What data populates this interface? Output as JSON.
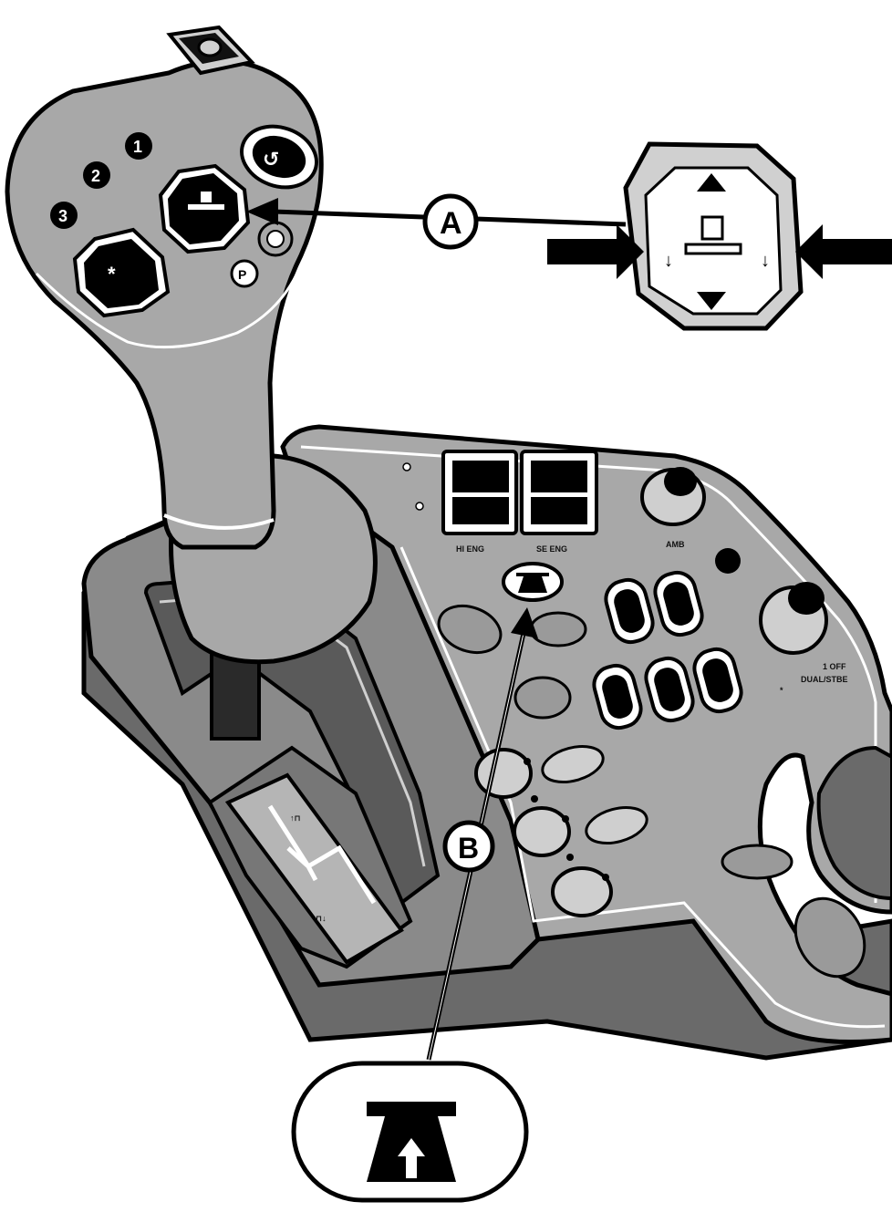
{
  "callouts": {
    "a": "A",
    "b": "B"
  },
  "joystick": {
    "buttons": [
      "1",
      "2",
      "3"
    ]
  },
  "switches": {
    "left_label": "HI ENG",
    "right_label": "SE ENG",
    "dial_label": "AMB",
    "knob_label_off": "1 OFF",
    "knob_label_mode": "DUAL/STBE"
  },
  "colors": {
    "panel": "#a8a8a8",
    "dark": "#7a7a7a",
    "shadow": "#5f5f5f",
    "outline": "#000000",
    "light": "#d9d9d9"
  }
}
